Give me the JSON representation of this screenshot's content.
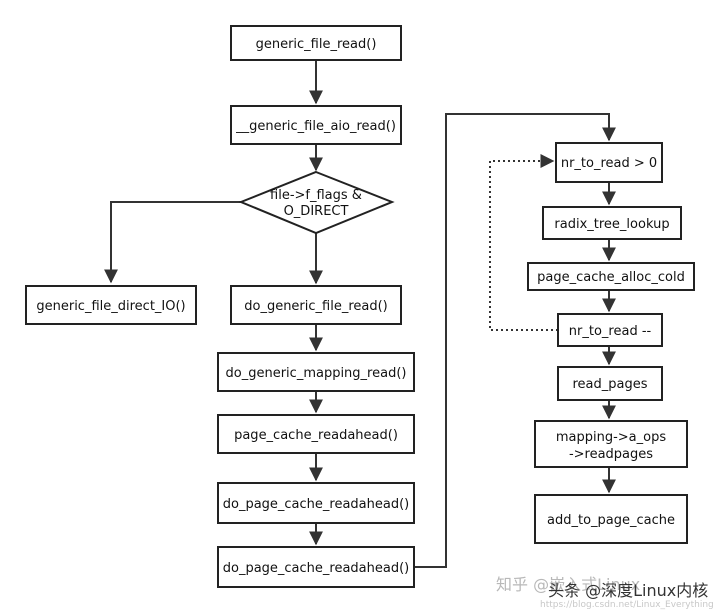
{
  "nodes": {
    "generic_file_read": "generic_file_read()",
    "generic_file_aio_read": "__generic_file_aio_read()",
    "decision_line1": "file->f_flags &",
    "decision_line2": "O_DIRECT",
    "generic_file_direct_io": "generic_file_direct_IO()",
    "do_generic_file_read": "do_generic_file_read()",
    "do_generic_mapping_read": "do_generic_mapping_read()",
    "page_cache_readahead": "page_cache_readahead()",
    "do_page_cache_readahead_1": "do_page_cache_readahead()",
    "do_page_cache_readahead_2": "do_page_cache_readahead()",
    "nr_to_read_check": "nr_to_read > 0",
    "radix_tree_lookup": "radix_tree_lookup",
    "page_cache_alloc_cold": "page_cache_alloc_cold",
    "nr_to_read_dec": "nr_to_read --",
    "read_pages": "read_pages",
    "mapping_readpages_line1": "mapping->a_ops",
    "mapping_readpages_line2": "->readpages",
    "add_to_page_cache": "add_to_page_cache"
  },
  "watermark": {
    "back": "知乎 @嵌入式Linux",
    "front": "头条 @深度Linux内核",
    "url": "https://blog.csdn.net/Linux_Everything"
  },
  "colors": {
    "stroke": "#222222",
    "text": "#111111",
    "background": "#ffffff"
  }
}
